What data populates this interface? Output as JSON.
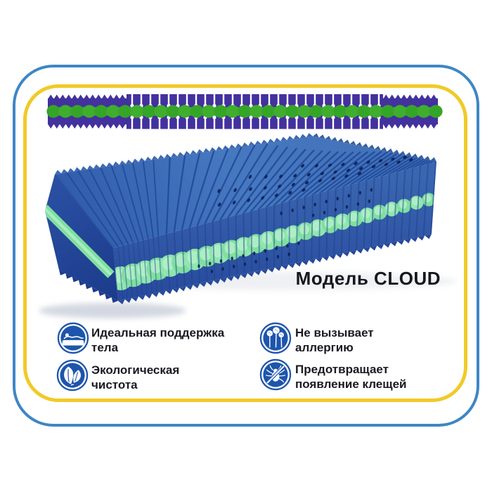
{
  "card": {
    "title": "Модель CLOUD",
    "features": [
      {
        "icon": "mattress-support-icon",
        "lines": [
          "Идеальная поддержка",
          "тела"
        ]
      },
      {
        "icon": "eco-leaf-icon",
        "lines": [
          "Экологическая",
          "чистота"
        ]
      },
      {
        "icon": "anti-allergy-icon",
        "lines": [
          "Не вызывает",
          "аллергию"
        ]
      },
      {
        "icon": "anti-mite-icon",
        "lines": [
          "Предотвращает",
          "появление клещей"
        ]
      }
    ]
  },
  "colors": {
    "outer_border": "#3e86c5",
    "inner_border": "#f1ca28",
    "band_purple": "#43319e",
    "band_green": "#3fae2d",
    "band_green_alt": "#35a527",
    "mattress_blue": "#3a66b0",
    "mattress_blue_dark": "#27489a",
    "mattress_blue_deep": "#1c3a8a",
    "groove_blue": "#1d4495",
    "foam_green": "#7fdfa0",
    "foam_green_alt": "#8fe7ae",
    "foam_green_light": "#b4f0ca",
    "hole_navy": "#0c2257",
    "icon_blue": "#1d55ac",
    "title_text": "#171720",
    "feature_text": "#191922"
  }
}
